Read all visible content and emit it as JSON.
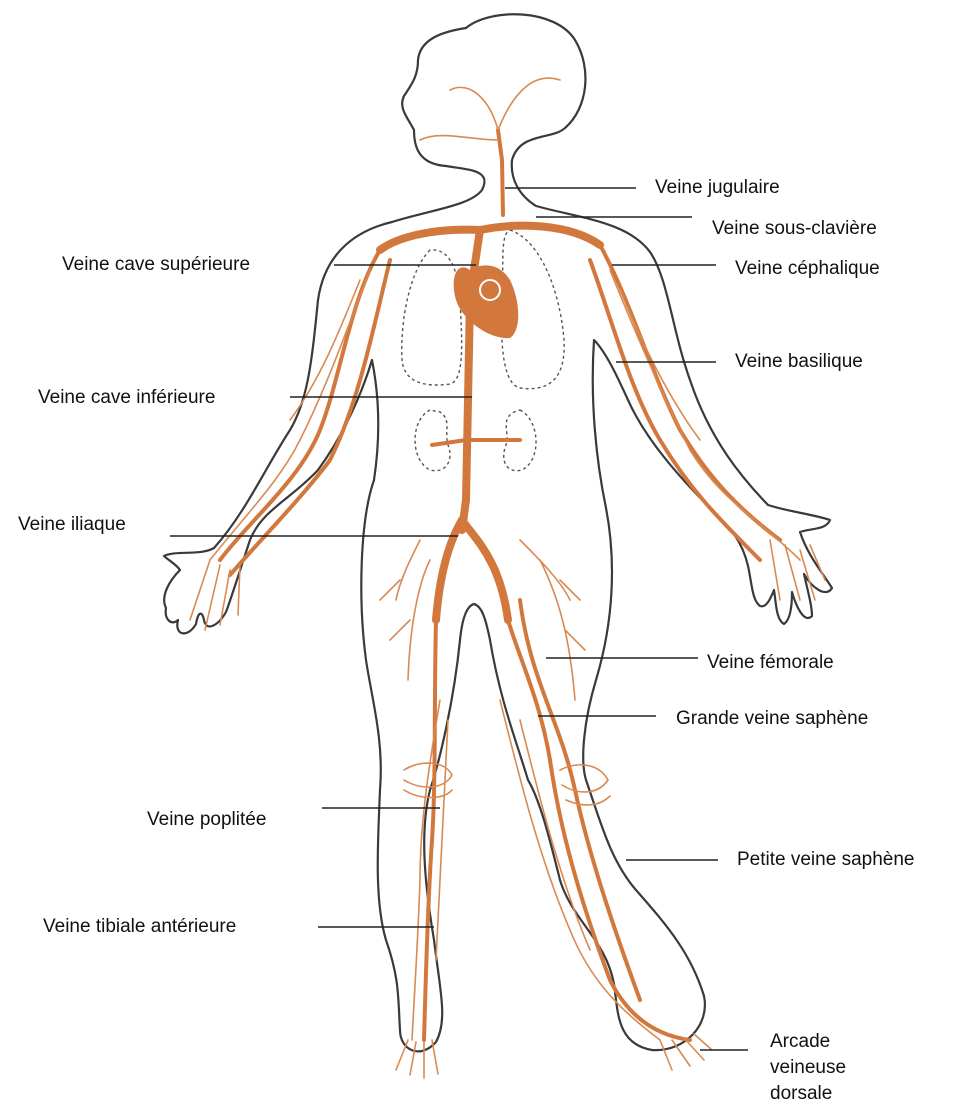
{
  "colors": {
    "vein": "#d2783c",
    "outline": "#3a3a3a",
    "leader": "#222222",
    "background": "#ffffff"
  },
  "labels": {
    "jugulaire": "Veine jugulaire",
    "sous_claviere": "Veine sous-clavière",
    "cave_superieure": "Veine cave supérieure",
    "cephalique": "Veine céphalique",
    "basilique": "Veine basilique",
    "cave_inferieure": "Veine cave inférieure",
    "iliaque": "Veine iliaque",
    "femorale": "Veine fémorale",
    "grande_saphene": "Grande veine saphène",
    "poplitee": "Veine poplitée",
    "petite_saphene": "Petite veine saphène",
    "tibiale_anterieure": "Veine tibiale antérieure",
    "arcade_veineuse_dorsale": "Arcade veineuse dorsale"
  }
}
